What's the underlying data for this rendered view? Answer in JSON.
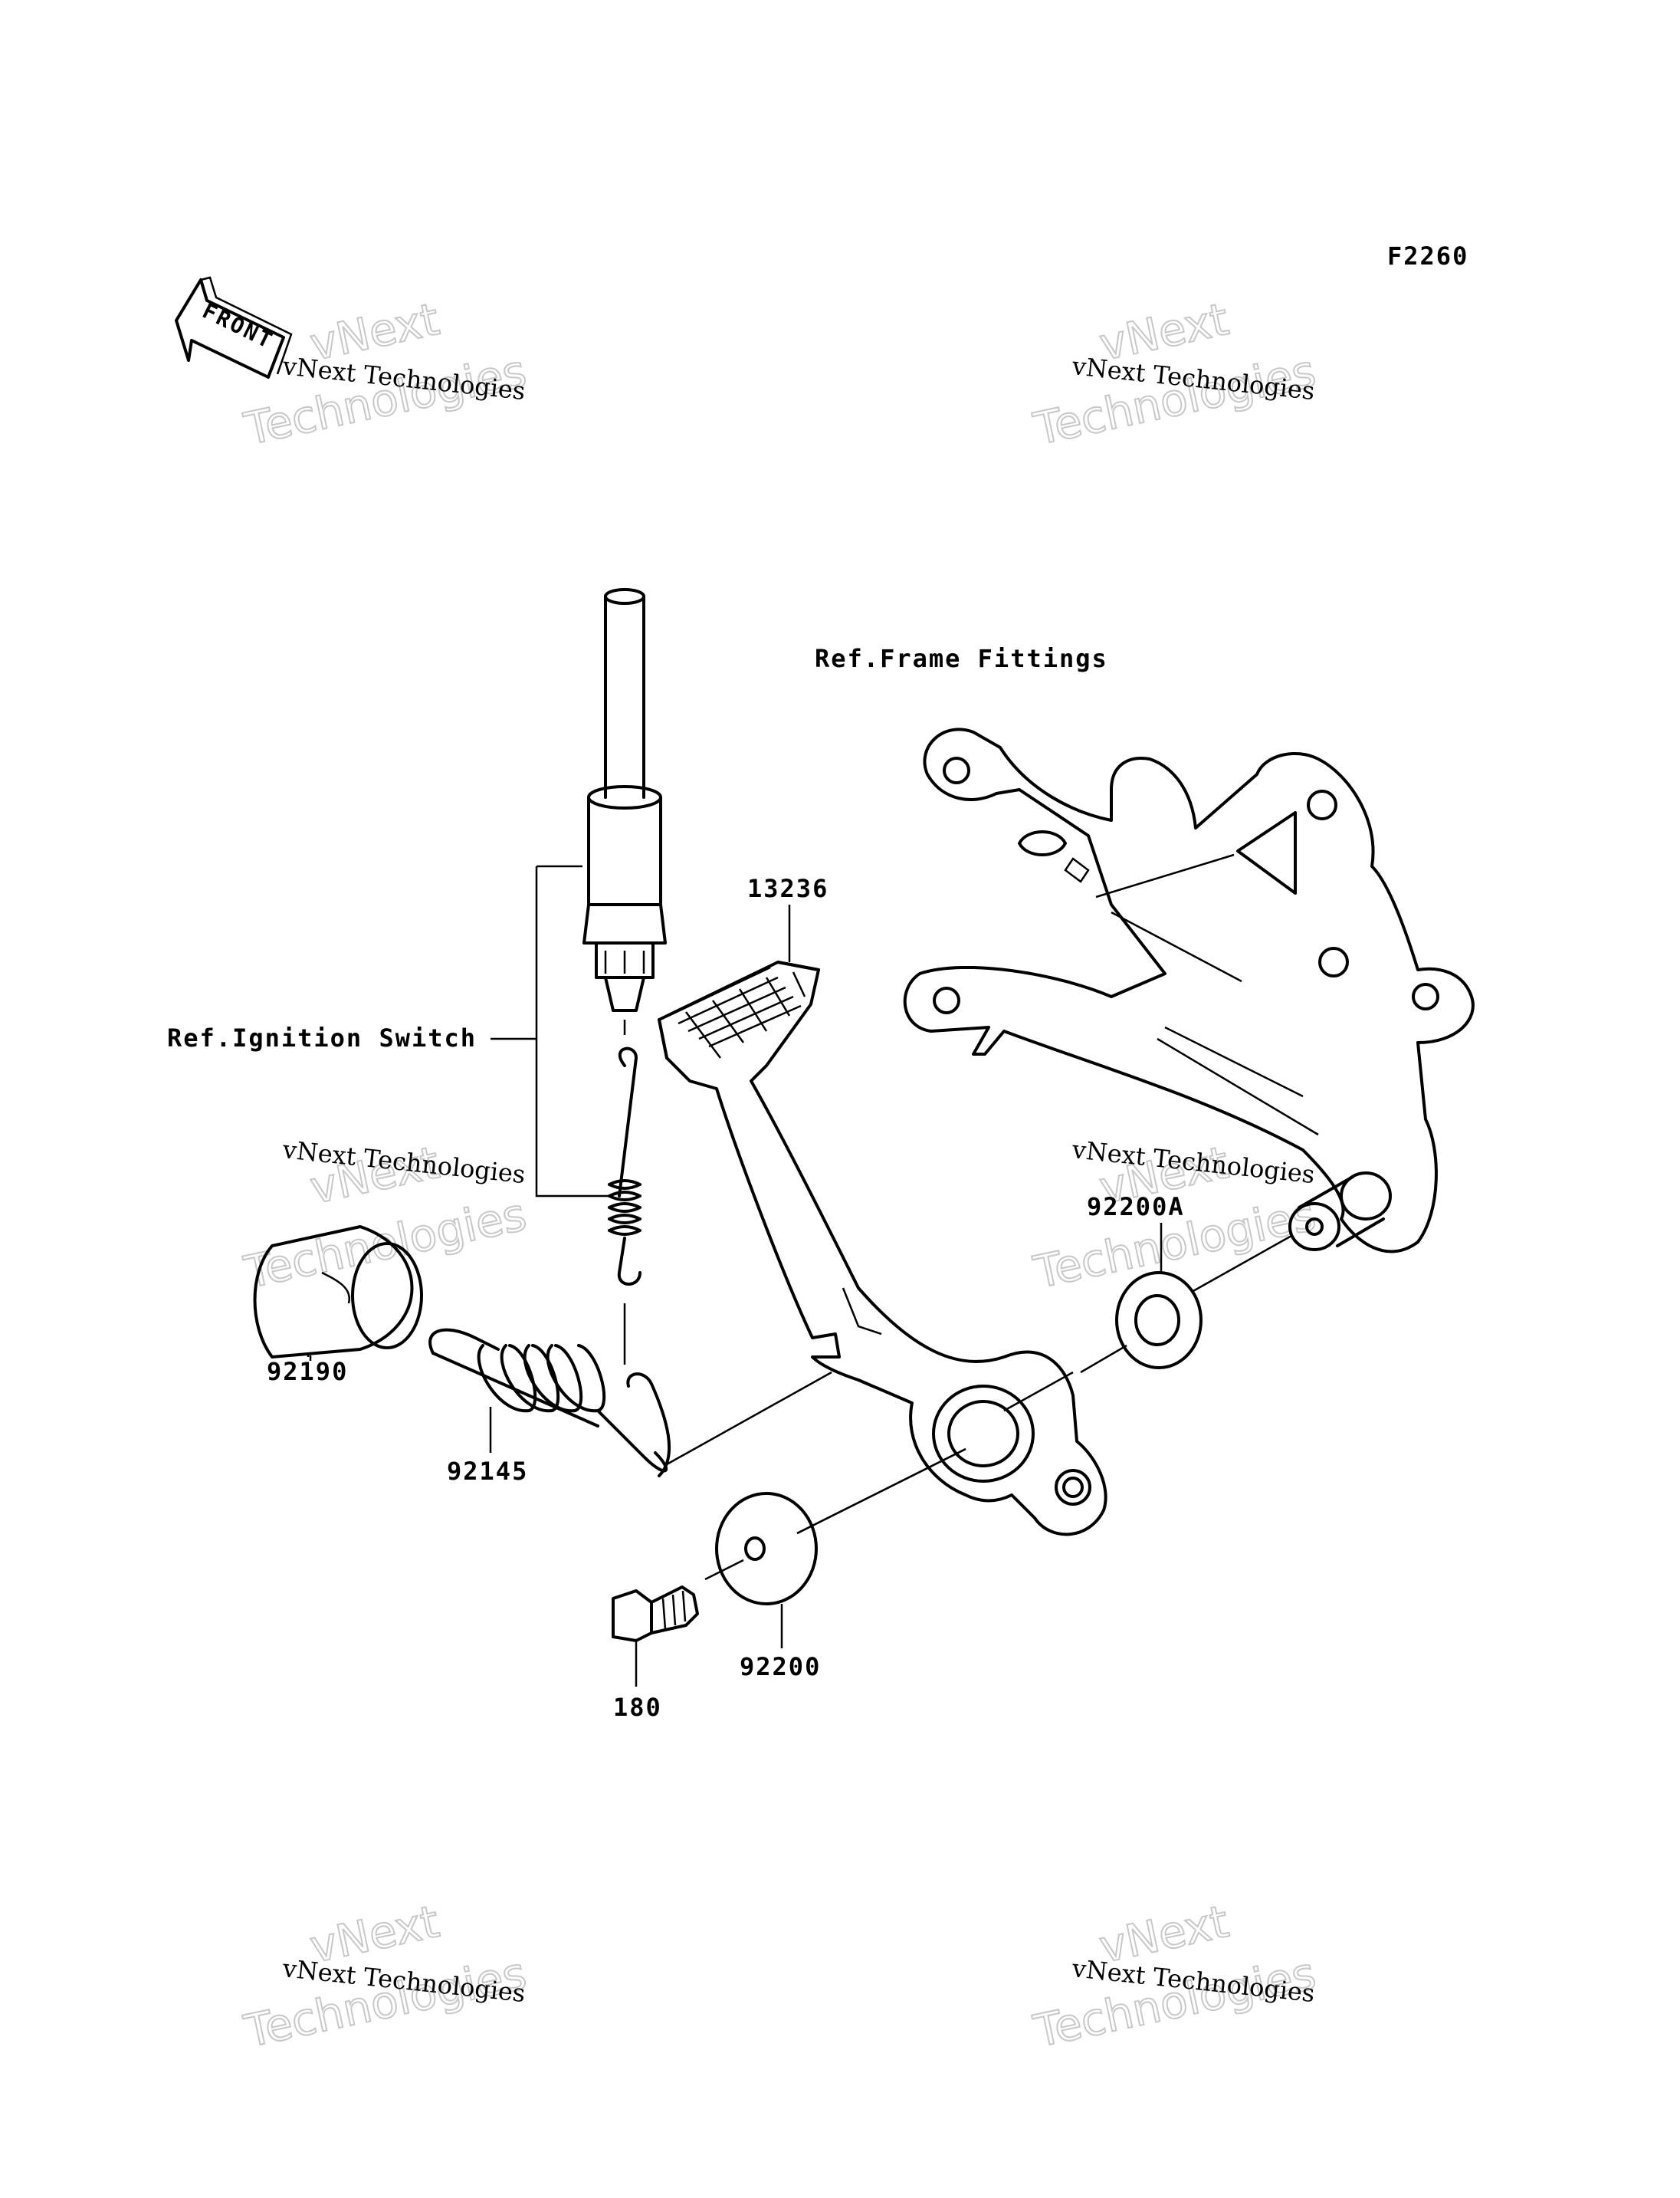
{
  "diagram": {
    "figure_code": "F2260",
    "front_label": "FRONT",
    "ref_labels": {
      "frame_fittings": "Ref.Frame Fittings",
      "ignition_switch": "Ref.Ignition Switch"
    },
    "parts": [
      {
        "id": "13236"
      },
      {
        "id": "92200A"
      },
      {
        "id": "92190"
      },
      {
        "id": "92145"
      },
      {
        "id": "92200"
      },
      {
        "id": "180"
      }
    ]
  },
  "watermark": {
    "small_text": "vNext Technologies",
    "big_line1": "vNext",
    "big_line2": "Technologies"
  }
}
